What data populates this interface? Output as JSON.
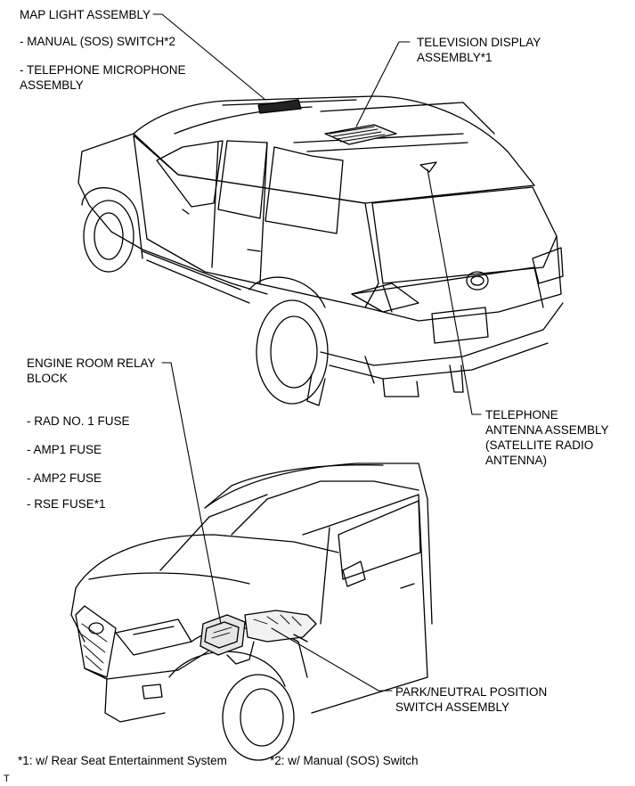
{
  "labels": {
    "map_light": "MAP LIGHT ASSEMBLY",
    "sos_switch": "- MANUAL (SOS) SWITCH*2",
    "tel_mic": "- TELEPHONE MICROPHONE\nASSEMBLY",
    "tv_display": "TELEVISION DISPLAY\nASSEMBLY*1",
    "engine_relay": "ENGINE ROOM RELAY\nBLOCK",
    "rad_fuse": "- RAD NO. 1 FUSE",
    "amp1_fuse": "- AMP1 FUSE",
    "amp2_fuse": "- AMP2 FUSE",
    "rse_fuse": "- RSE FUSE*1",
    "tel_antenna": "TELEPHONE\nANTENNA ASSEMBLY\n(SATELLITE RADIO\nANTENNA)",
    "park_switch": "PARK/NEUTRAL POSITION\nSWITCH ASSEMBLY"
  },
  "footnotes": {
    "note1": "*1: w/ Rear Seat Entertainment System",
    "note2": "*2: w/ Manual (SOS) Switch"
  },
  "corner_mark": "T"
}
